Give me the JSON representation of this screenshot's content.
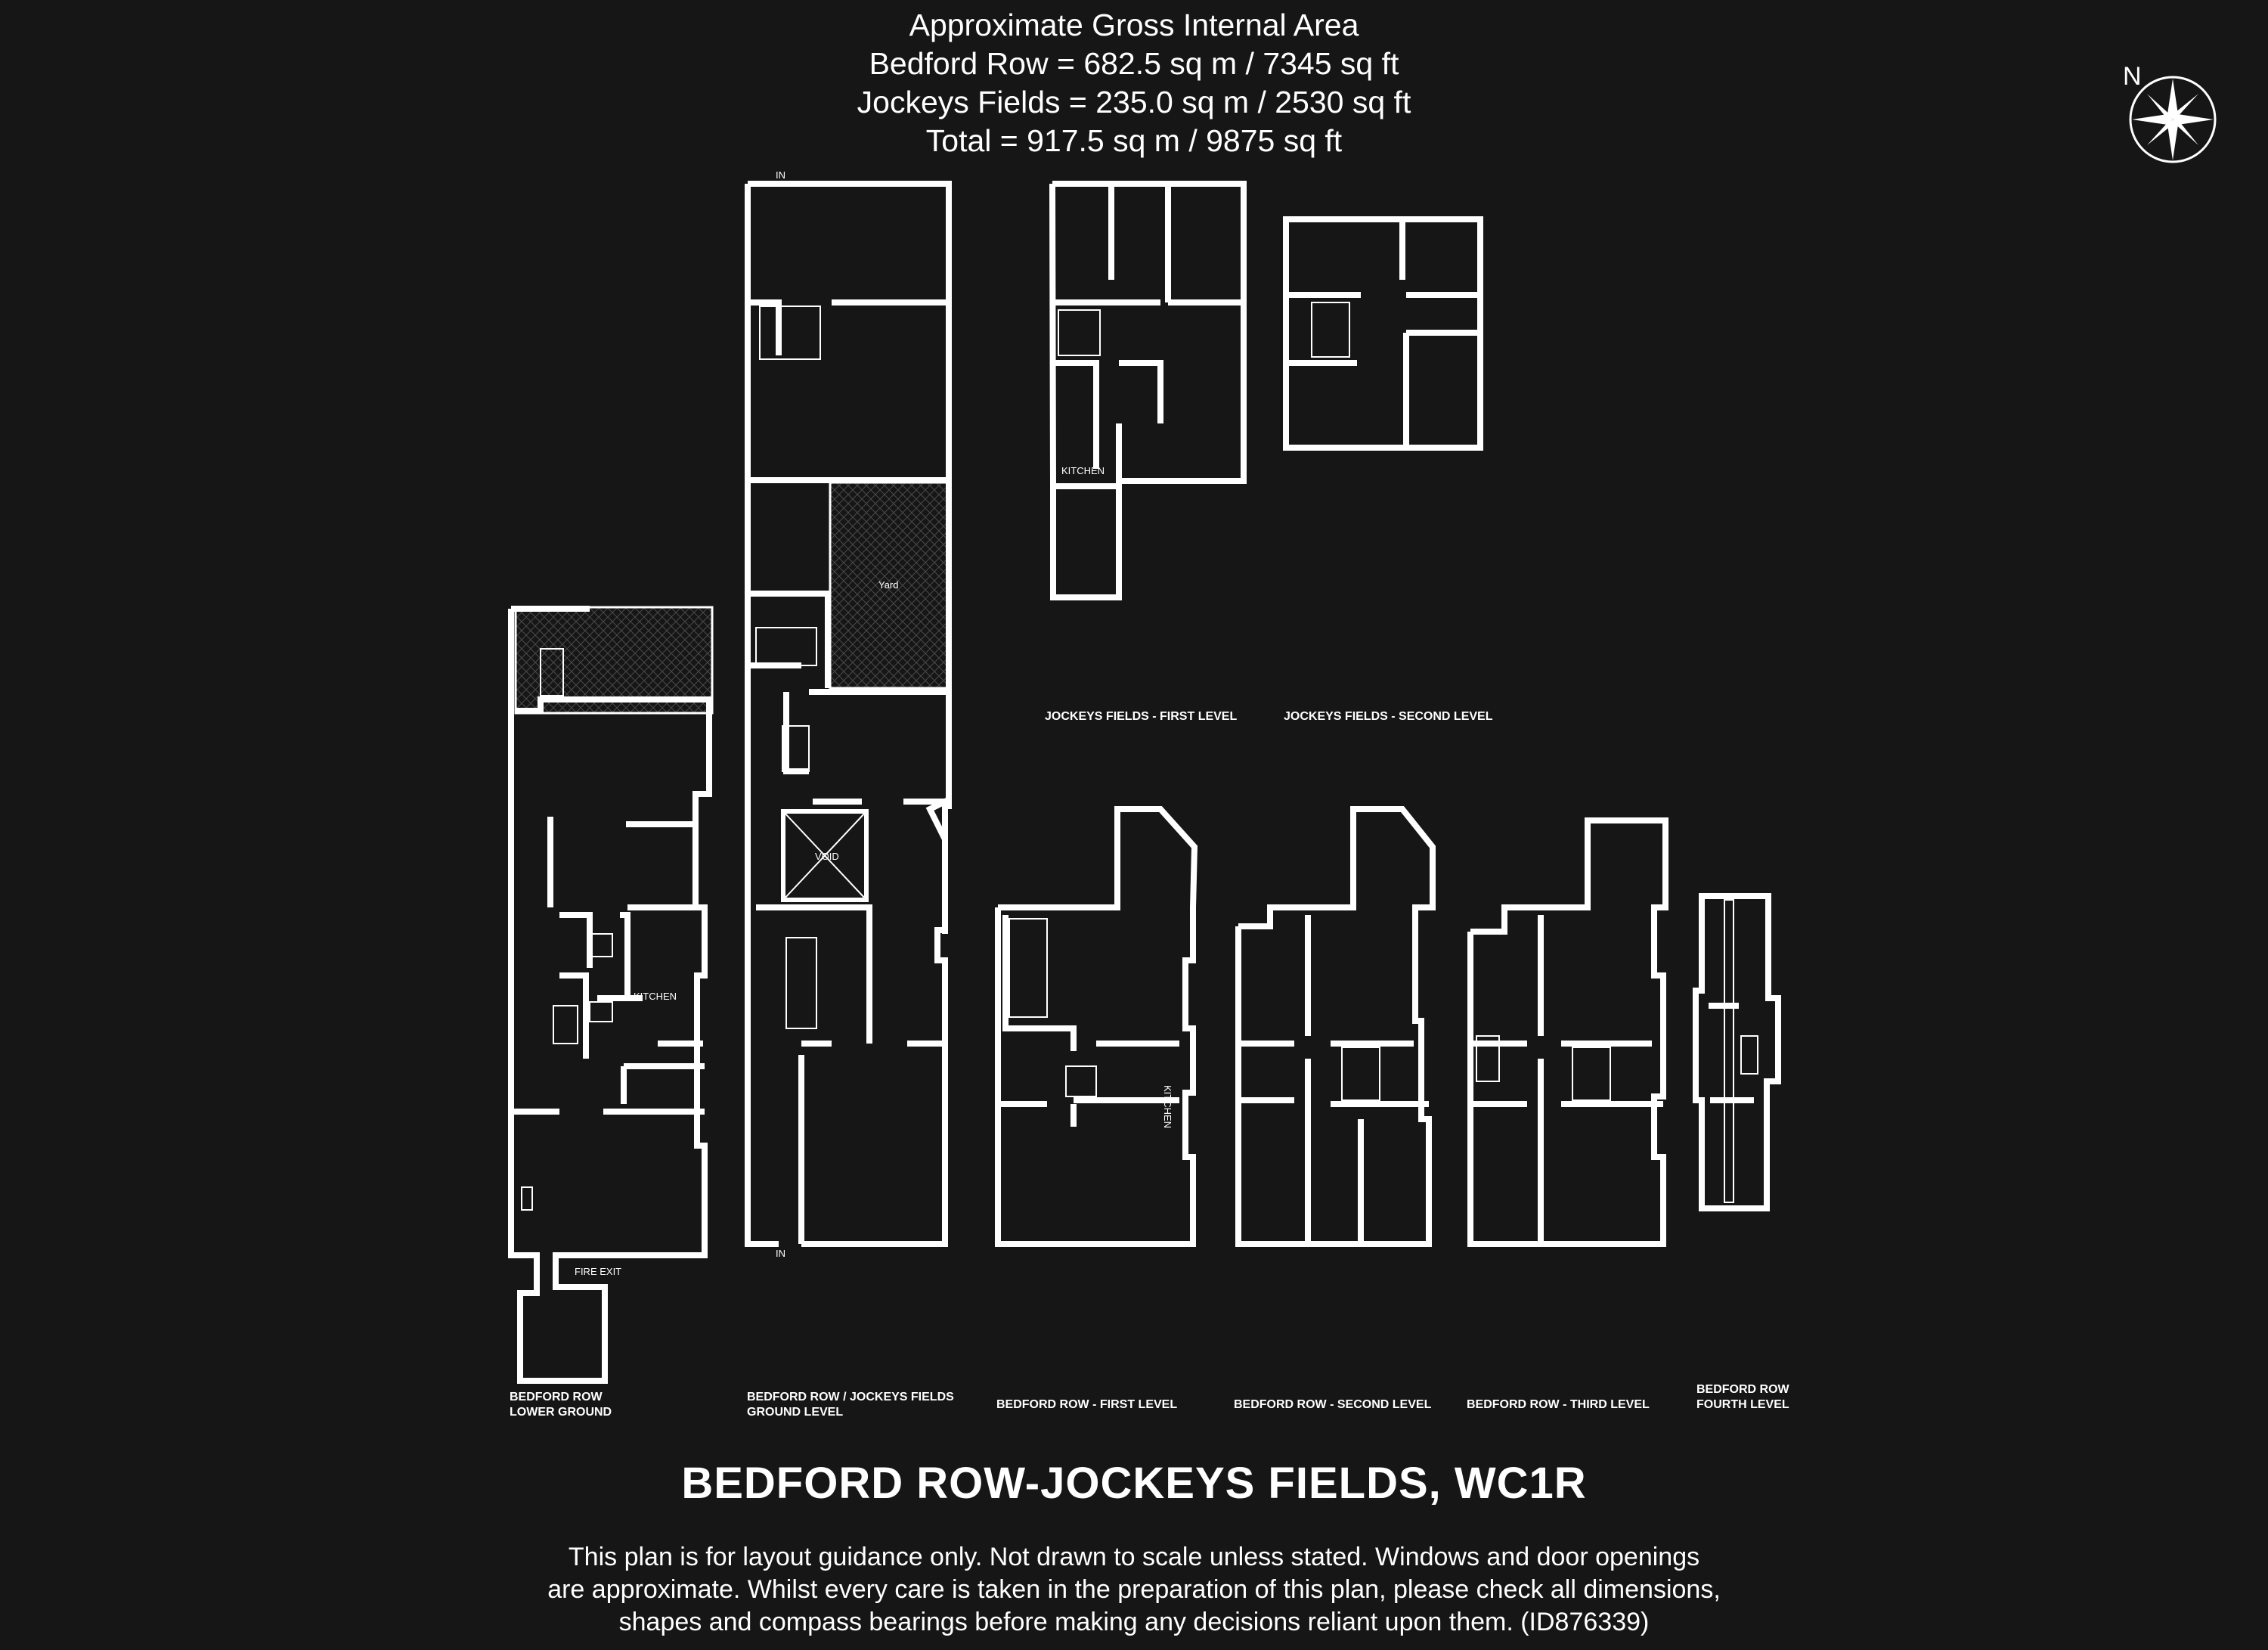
{
  "header": {
    "line1": "Approximate Gross Internal Area",
    "line2": "Bedford Row = 682.5 sq m / 7345 sq ft",
    "line3": "Jockeys Fields = 235.0 sq m / 2530 sq ft",
    "line4": "Total = 917.5 sq m / 9875 sq ft"
  },
  "compass": {
    "label": "N"
  },
  "levels": {
    "lower_ground_1": "BEDFORD ROW",
    "lower_ground_2": "LOWER GROUND",
    "ground_1": "BEDFORD ROW / JOCKEYS FIELDS",
    "ground_2": "GROUND LEVEL",
    "br_first": "BEDFORD ROW - FIRST LEVEL",
    "br_second": "BEDFORD ROW - SECOND LEVEL",
    "br_third": "BEDFORD ROW - THIRD LEVEL",
    "br_fourth_1": "BEDFORD ROW",
    "br_fourth_2": "FOURTH LEVEL",
    "jf_first": "JOCKEYS FIELDS - FIRST LEVEL",
    "jf_second": "JOCKEYS FIELDS - SECOND LEVEL"
  },
  "rooms": {
    "kitchen_lg": "KITCHEN",
    "kitchen_jf": "KITCHEN",
    "kitchen_br1": "KITCHEN",
    "yard": "Yard",
    "void": "VOID",
    "fire_exit": "FIRE EXIT",
    "in_top": "IN",
    "in_bottom": "IN"
  },
  "title": "BEDFORD ROW-JOCKEYS FIELDS, WC1R",
  "disclaimer": {
    "line1": "This plan is for layout guidance only. Not drawn to scale unless stated. Windows and door openings",
    "line2": "are approximate. Whilst every care is taken in the preparation of this plan, please check all dimensions,",
    "line3": "shapes and compass bearings before making any decisions reliant upon them. (ID876339)"
  }
}
